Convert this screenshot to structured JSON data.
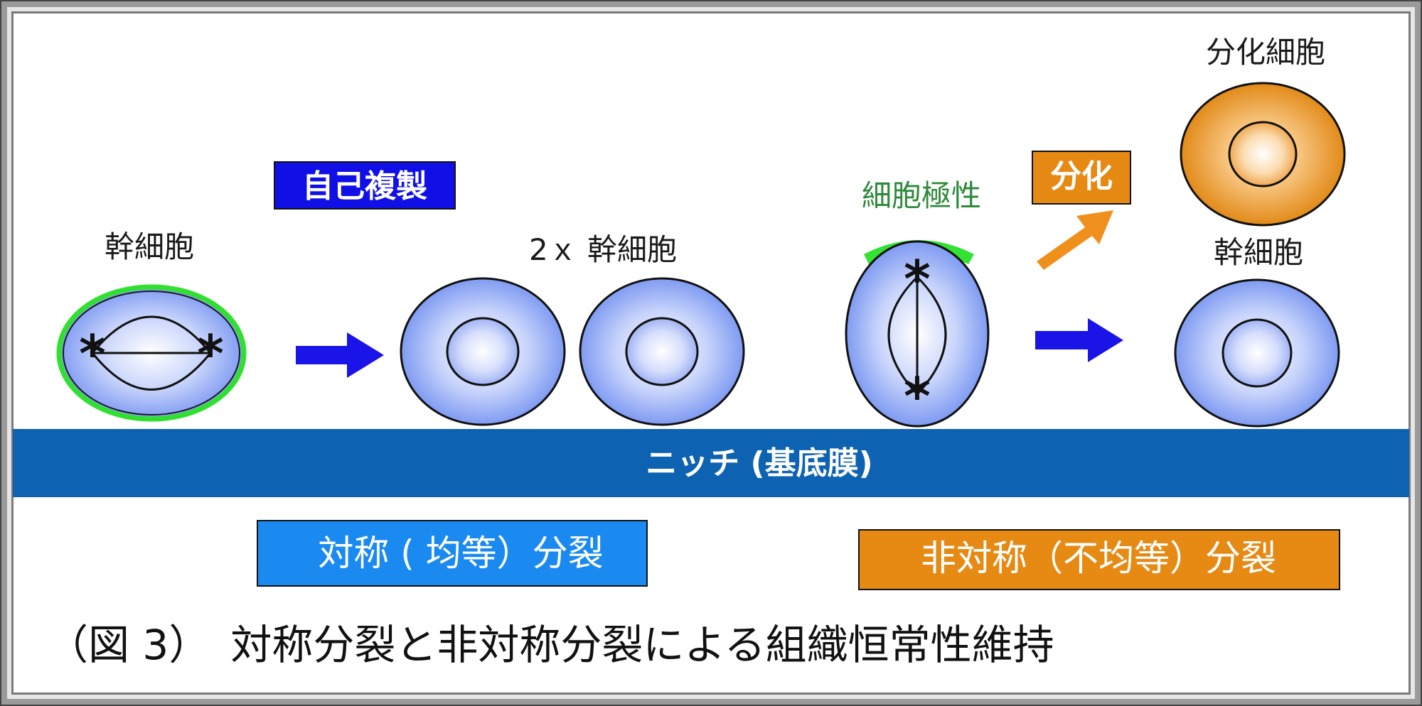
{
  "colors": {
    "cell_fill_center": "#ffffff",
    "cell_fill_edge": "#7f9bf2",
    "differentiated_fill_center": "#ffffff",
    "differentiated_fill_edge": "#e28a18",
    "polarity_cap": "#33e233",
    "cell_outline_glow": "#2fe02f",
    "arrow_blue": "#1a14e8",
    "arrow_orange": "#f0901c",
    "niche_band": "#0d62b2",
    "self_renewal_box": "#1010e6",
    "symmetric_box": "#1a8af0",
    "differentiation_box": "#e68a14",
    "asymmetric_box": "#e68a14",
    "polarity_text": "#2e8a3a"
  },
  "labels": {
    "stem_cell_left": "幹細胞",
    "self_renewal": "自己複製",
    "two_stem_cells": "2ｘ 幹細胞",
    "cell_polarity": "細胞極性",
    "differentiation": "分化",
    "differentiated_cell": "分化細胞",
    "stem_cell_right": "幹細胞",
    "niche": "ニッチ (基底膜)",
    "symmetric_division": "対称 ( 均等）分裂",
    "asymmetric_division": "非対称（不均等）分裂",
    "caption": "（図 3）　対称分裂と非対称分裂による組織恒常性維持"
  }
}
